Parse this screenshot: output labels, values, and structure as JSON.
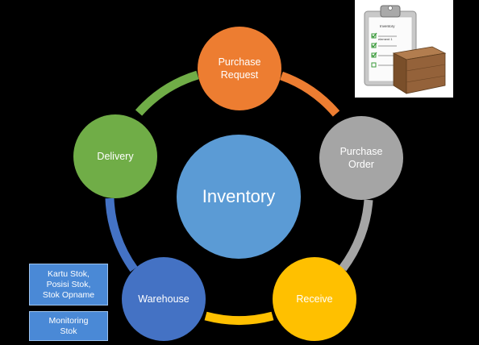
{
  "diagram": {
    "center": {
      "label": "Inventory",
      "color": "#5b9bd5"
    },
    "nodes": [
      {
        "id": "purchase-request",
        "label": "Purchase\nRequest",
        "color": "#ed7d31"
      },
      {
        "id": "purchase-order",
        "label": "Purchase\nOrder",
        "color": "#a5a5a5"
      },
      {
        "id": "receive",
        "label": "Receive",
        "color": "#ffc000"
      },
      {
        "id": "warehouse",
        "label": "Warehouse",
        "color": "#4472c4"
      },
      {
        "id": "delivery",
        "label": "Delivery",
        "color": "#70ad47"
      }
    ],
    "notes": [
      {
        "label": "Kartu Stok,\nPosisi Stok,\nStok Opname"
      },
      {
        "label": "Monitoring\nStok"
      }
    ]
  },
  "thumbnail": {
    "title": "Inventory",
    "item": "element 1"
  }
}
